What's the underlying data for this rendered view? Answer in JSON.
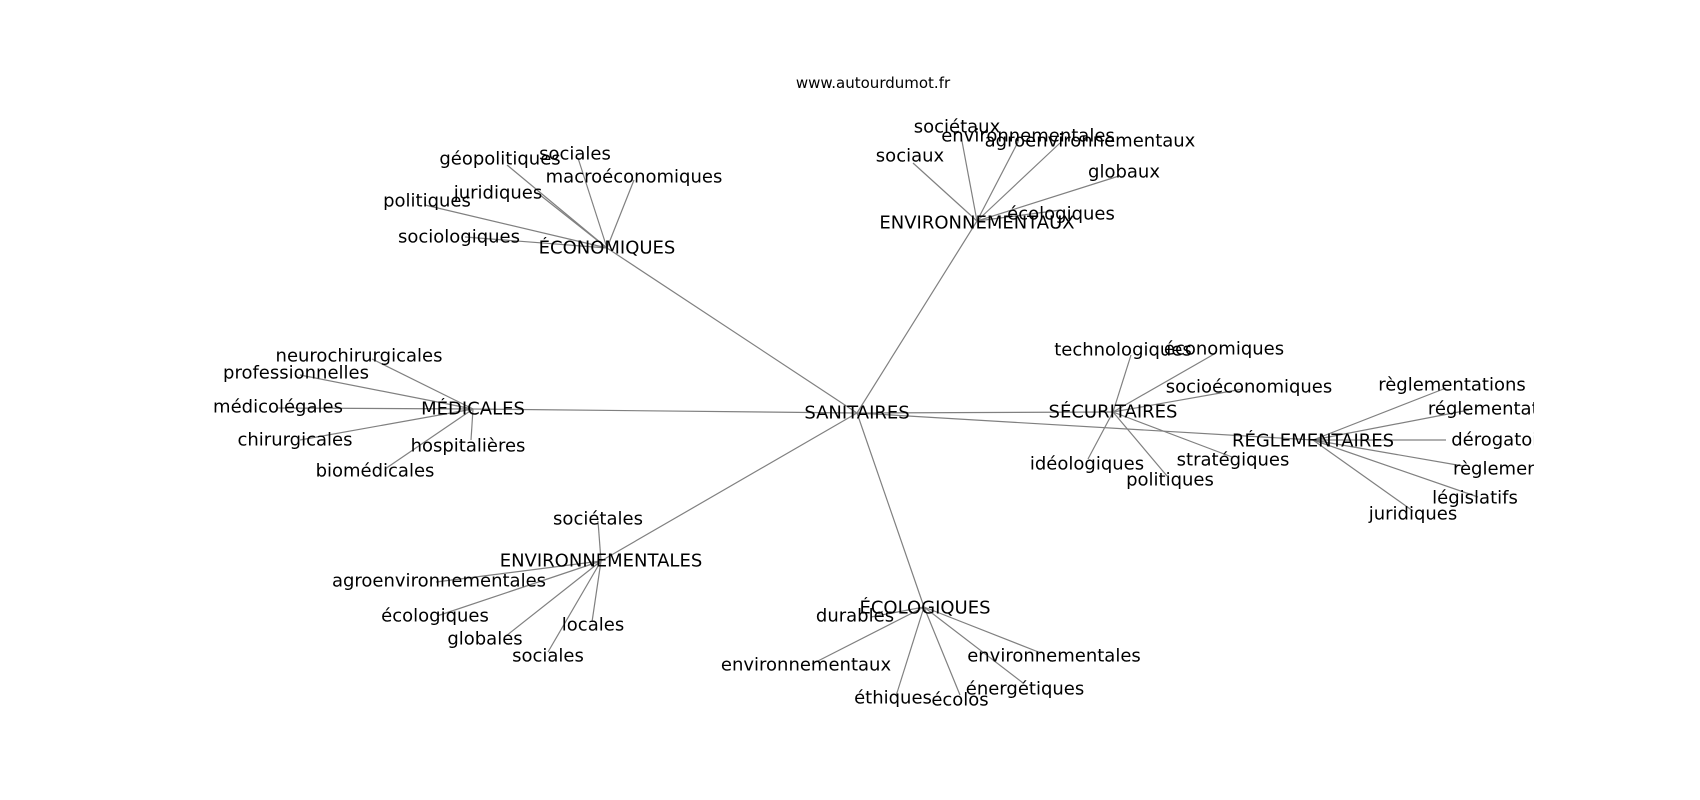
{
  "source": "www.autourdumot.fr",
  "colors": {
    "edge": "#808080",
    "text": "#000000",
    "background": "#ffffff"
  },
  "nodes": [
    {
      "id": "sanitaires",
      "label": "SANITAIRES"
    },
    {
      "id": "economiques",
      "label": "ÉCONOMIQUES"
    },
    {
      "id": "eco_geopolitiques",
      "label": "géopolitiques"
    },
    {
      "id": "eco_sociales",
      "label": "sociales"
    },
    {
      "id": "eco_juridiques",
      "label": "juridiques"
    },
    {
      "id": "eco_macroeconomiques",
      "label": "macroéconomiques"
    },
    {
      "id": "eco_politiques",
      "label": "politiques"
    },
    {
      "id": "eco_sociologiques",
      "label": "sociologiques"
    },
    {
      "id": "environnementaux",
      "label": "ENVIRONNEMENTAUX"
    },
    {
      "id": "env_societaux",
      "label": "sociétaux"
    },
    {
      "id": "env_environnementales",
      "label": "environnementales"
    },
    {
      "id": "env_agroenvironnementaux",
      "label": "agroenvironnementaux"
    },
    {
      "id": "env_sociaux",
      "label": "sociaux"
    },
    {
      "id": "env_globaux",
      "label": "globaux"
    },
    {
      "id": "env_ecologiques",
      "label": "écologiques"
    },
    {
      "id": "medicales",
      "label": "MÉDICALES"
    },
    {
      "id": "med_neurochirurgicales",
      "label": "neurochirurgicales"
    },
    {
      "id": "med_professionnelles",
      "label": "professionnelles"
    },
    {
      "id": "med_medicolegales",
      "label": "médicolégales"
    },
    {
      "id": "med_chirurgicales",
      "label": "chirurgicales"
    },
    {
      "id": "med_hospitalieres",
      "label": "hospitalières"
    },
    {
      "id": "med_biomedicales",
      "label": "biomédicales"
    },
    {
      "id": "securitaires",
      "label": "SÉCURITAIRES"
    },
    {
      "id": "sec_technologiques",
      "label": "technologiques"
    },
    {
      "id": "sec_economiques",
      "label": "économiques"
    },
    {
      "id": "sec_socioeconomiques",
      "label": "socioéconomiques"
    },
    {
      "id": "sec_ideologiques",
      "label": "idéologiques"
    },
    {
      "id": "sec_strategiques",
      "label": "stratégiques"
    },
    {
      "id": "sec_politiques",
      "label": "politiques"
    },
    {
      "id": "reglementaires",
      "label": "RÉGLEMENTAIRES"
    },
    {
      "id": "reg_reglementations",
      "label": "règlementations"
    },
    {
      "id": "reg_reglementation",
      "label": "réglementation"
    },
    {
      "id": "reg_derogatoires",
      "label": "dérogatoires"
    },
    {
      "id": "reg_reglements",
      "label": "règlements"
    },
    {
      "id": "reg_legislatifs",
      "label": "législatifs"
    },
    {
      "id": "reg_juridiques",
      "label": "juridiques"
    },
    {
      "id": "environnementales",
      "label": "ENVIRONNEMENTALES"
    },
    {
      "id": "envl_societales",
      "label": "sociétales"
    },
    {
      "id": "envl_agroenvironnementales",
      "label": "agroenvironnementales"
    },
    {
      "id": "envl_ecologiques",
      "label": "écologiques"
    },
    {
      "id": "envl_globales",
      "label": "globales"
    },
    {
      "id": "envl_locales",
      "label": "locales"
    },
    {
      "id": "envl_sociales",
      "label": "sociales"
    },
    {
      "id": "ecologiques",
      "label": "ÉCOLOGIQUES"
    },
    {
      "id": "ecol_durables",
      "label": "durables"
    },
    {
      "id": "ecol_environnementaux",
      "label": "environnementaux"
    },
    {
      "id": "ecol_ethiques",
      "label": "éthiques"
    },
    {
      "id": "ecol_ecolos",
      "label": "écolos"
    },
    {
      "id": "ecol_energetiques",
      "label": "énergétiques"
    },
    {
      "id": "ecol_environnementales",
      "label": "environnementales"
    }
  ],
  "edges": [
    [
      "sanitaires",
      "economiques"
    ],
    [
      "sanitaires",
      "environnementaux"
    ],
    [
      "sanitaires",
      "medicales"
    ],
    [
      "sanitaires",
      "securitaires"
    ],
    [
      "sanitaires",
      "reglementaires"
    ],
    [
      "sanitaires",
      "environnementales"
    ],
    [
      "sanitaires",
      "ecologiques"
    ],
    [
      "economiques",
      "eco_geopolitiques"
    ],
    [
      "economiques",
      "eco_sociales"
    ],
    [
      "economiques",
      "eco_juridiques"
    ],
    [
      "economiques",
      "eco_macroeconomiques"
    ],
    [
      "economiques",
      "eco_politiques"
    ],
    [
      "economiques",
      "eco_sociologiques"
    ],
    [
      "environnementaux",
      "env_societaux"
    ],
    [
      "environnementaux",
      "env_environnementales"
    ],
    [
      "environnementaux",
      "env_agroenvironnementaux"
    ],
    [
      "environnementaux",
      "env_sociaux"
    ],
    [
      "environnementaux",
      "env_globaux"
    ],
    [
      "environnementaux",
      "env_ecologiques"
    ],
    [
      "medicales",
      "med_neurochirurgicales"
    ],
    [
      "medicales",
      "med_professionnelles"
    ],
    [
      "medicales",
      "med_medicolegales"
    ],
    [
      "medicales",
      "med_chirurgicales"
    ],
    [
      "medicales",
      "med_hospitalieres"
    ],
    [
      "medicales",
      "med_biomedicales"
    ],
    [
      "securitaires",
      "sec_technologiques"
    ],
    [
      "securitaires",
      "sec_economiques"
    ],
    [
      "securitaires",
      "sec_socioeconomiques"
    ],
    [
      "securitaires",
      "sec_ideologiques"
    ],
    [
      "securitaires",
      "sec_strategiques"
    ],
    [
      "securitaires",
      "sec_politiques"
    ],
    [
      "reglementaires",
      "reg_reglementations"
    ],
    [
      "reglementaires",
      "reg_reglementation"
    ],
    [
      "reglementaires",
      "reg_derogatoires"
    ],
    [
      "reglementaires",
      "reg_reglements"
    ],
    [
      "reglementaires",
      "reg_legislatifs"
    ],
    [
      "reglementaires",
      "reg_juridiques"
    ],
    [
      "environnementales",
      "envl_societales"
    ],
    [
      "environnementales",
      "envl_agroenvironnementales"
    ],
    [
      "environnementales",
      "envl_ecologiques"
    ],
    [
      "environnementales",
      "envl_globales"
    ],
    [
      "environnementales",
      "envl_locales"
    ],
    [
      "environnementales",
      "envl_sociales"
    ],
    [
      "ecologiques",
      "ecol_durables"
    ],
    [
      "ecologiques",
      "ecol_environnementaux"
    ],
    [
      "ecologiques",
      "ecol_ethiques"
    ],
    [
      "ecologiques",
      "ecol_ecolos"
    ],
    [
      "ecologiques",
      "ecol_energetiques"
    ],
    [
      "ecologiques",
      "ecol_environnementales"
    ]
  ]
}
